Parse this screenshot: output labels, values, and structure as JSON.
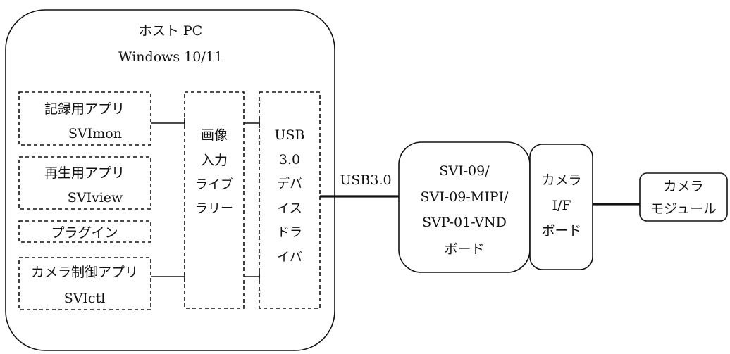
{
  "host": {
    "title": "ホスト PC",
    "os": "Windows 10/11"
  },
  "apps": {
    "recording": {
      "name": "記録用アプリ",
      "exe": "SVImon"
    },
    "playback": {
      "name": "再生用アプリ",
      "exe": "SVIview"
    },
    "plugin": {
      "name": "プラグイン"
    },
    "camera_control": {
      "name": "カメラ制御アプリ",
      "exe": "SVIctl"
    }
  },
  "image_library": {
    "lines": [
      "画像",
      "入力",
      "ライブ",
      "ラリー"
    ]
  },
  "usb_driver": {
    "lines": [
      "USB",
      "3.0",
      "デバ",
      "イス",
      "ドラ",
      "イバ"
    ]
  },
  "link": {
    "label": "USB3.0"
  },
  "board": {
    "lines": [
      "SVI-09/",
      "SVI-09-MIPI/",
      "SVP-01-VND",
      "ボード"
    ]
  },
  "camera_if": {
    "lines": [
      "カメラ",
      "I/F",
      "ボード"
    ]
  },
  "camera_module": {
    "lines": [
      "カメラ",
      "モジュール"
    ]
  }
}
